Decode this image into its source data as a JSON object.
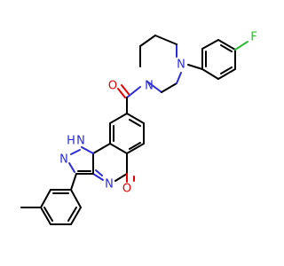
{
  "molecule": {
    "colors": {
      "carbon_bond": "#000000",
      "nitrogen": "#2b2bd9",
      "oxygen": "#e60000",
      "fluorine": "#33bb33"
    },
    "labels": {
      "fluorine": "F",
      "piperazine_n_top": "N",
      "piperazine_n_bottom": "N",
      "carbonyl_o_amide": "O",
      "carbonyl_o_quinazolinone": "O",
      "nh": "N",
      "nh_h": "H",
      "triazole_n": "N",
      "n_imine": "N"
    }
  }
}
